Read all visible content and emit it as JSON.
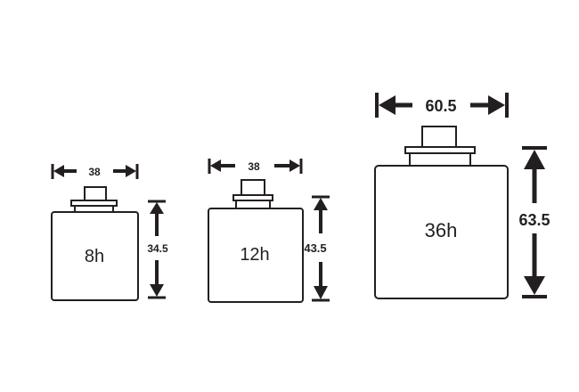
{
  "jars": [
    {
      "name": "8h",
      "width_label": "38",
      "height_label": "34.5"
    },
    {
      "name": "12h",
      "width_label": "38",
      "height_label": "43.5"
    },
    {
      "name": "36h",
      "width_label": "60.5",
      "height_label": "63.5"
    }
  ],
  "colors": {
    "ink": "#231f20",
    "background": "#ffffff"
  }
}
